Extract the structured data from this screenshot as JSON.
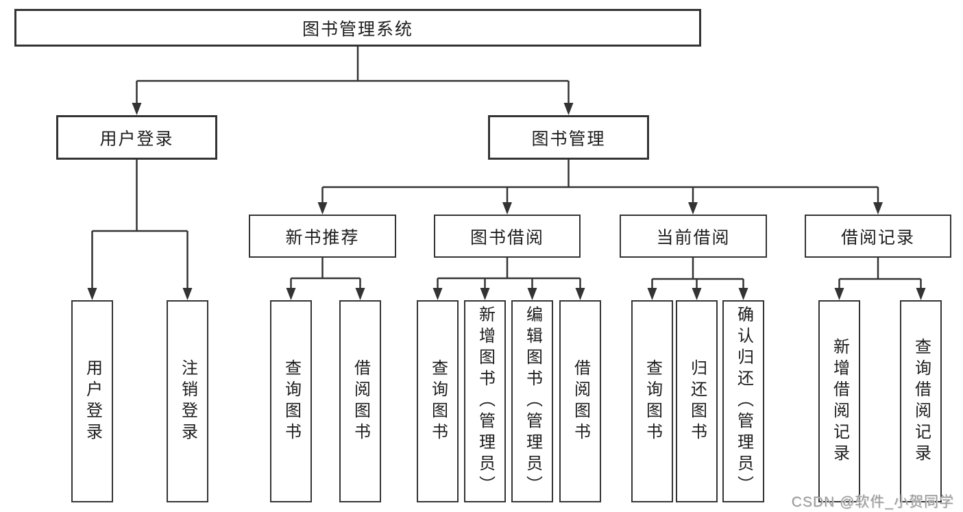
{
  "title": {
    "label": "图书管理系统"
  },
  "level2": {
    "user_login": "用户登录",
    "book_management": "图书管理"
  },
  "level3": {
    "new_book_recommend": "新书推荐",
    "book_borrowing": "图书借阅",
    "current_borrowing": "当前借阅",
    "borrowing_records": "借阅记录"
  },
  "leaves": {
    "login": [
      "用户登录",
      "注销登录"
    ],
    "new_book_recommend": [
      "查询图书",
      "借阅图书"
    ],
    "book_borrowing": [
      "查询图书",
      "新增图书（管理员）",
      "编辑图书（管理员）",
      "借阅图书"
    ],
    "current_borrowing": [
      "查询图书",
      "归还图书",
      "确认归还（管理员）"
    ],
    "borrowing_records": [
      "新增借阅记录",
      "查询借阅记录"
    ]
  },
  "watermark": "CSDN @软件_小贺同学",
  "colors": {
    "line": "#333333",
    "text": "#1c1c1c",
    "watermark_gray": "#9b9b9b",
    "background": "#ffffff"
  }
}
